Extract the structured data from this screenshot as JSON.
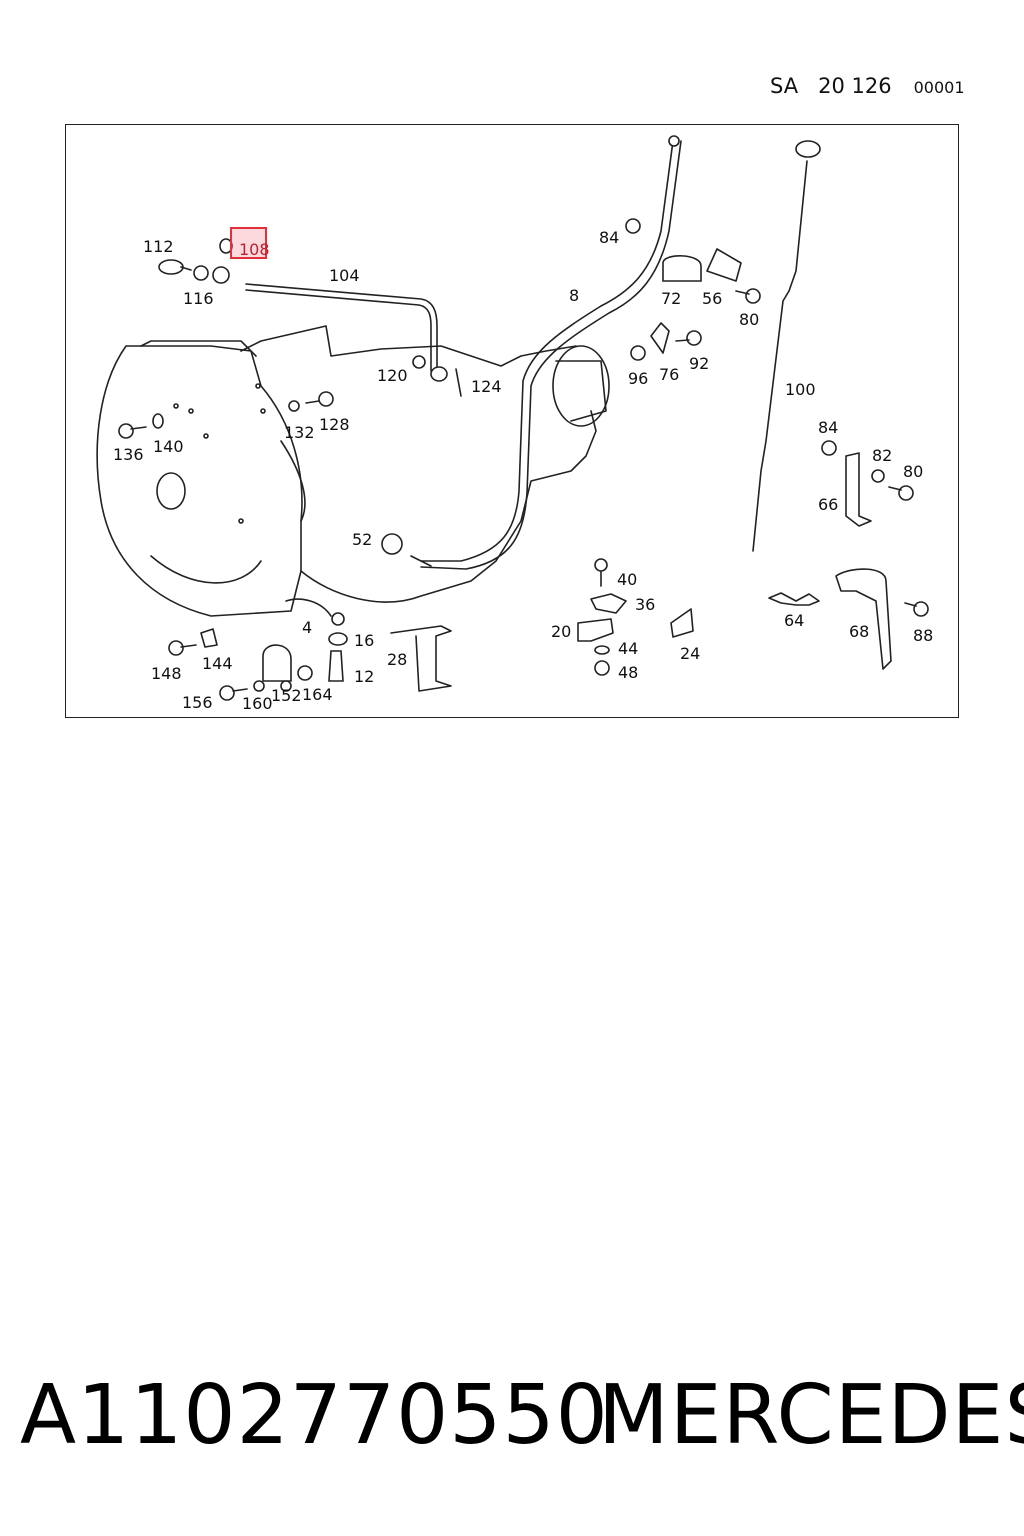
{
  "header": {
    "group_code": "SA   20 126",
    "sheet_number": "00001"
  },
  "diagram": {
    "highlighted_callout": "108",
    "highlight_color": "#e0303a",
    "callouts": [
      "112",
      "108",
      "116",
      "104",
      "8",
      "84",
      "72",
      "56",
      "80",
      "96",
      "76",
      "92",
      "100",
      "120",
      "124",
      "132",
      "128",
      "136",
      "140",
      "84",
      "82",
      "80",
      "66",
      "52",
      "40",
      "36",
      "20",
      "44",
      "48",
      "24",
      "64",
      "68",
      "88",
      "4",
      "16",
      "28",
      "12",
      "148",
      "144",
      "152",
      "164",
      "156",
      "160"
    ]
  },
  "footer": {
    "part_number": "A1102770550",
    "brand": "MERCEDES"
  }
}
